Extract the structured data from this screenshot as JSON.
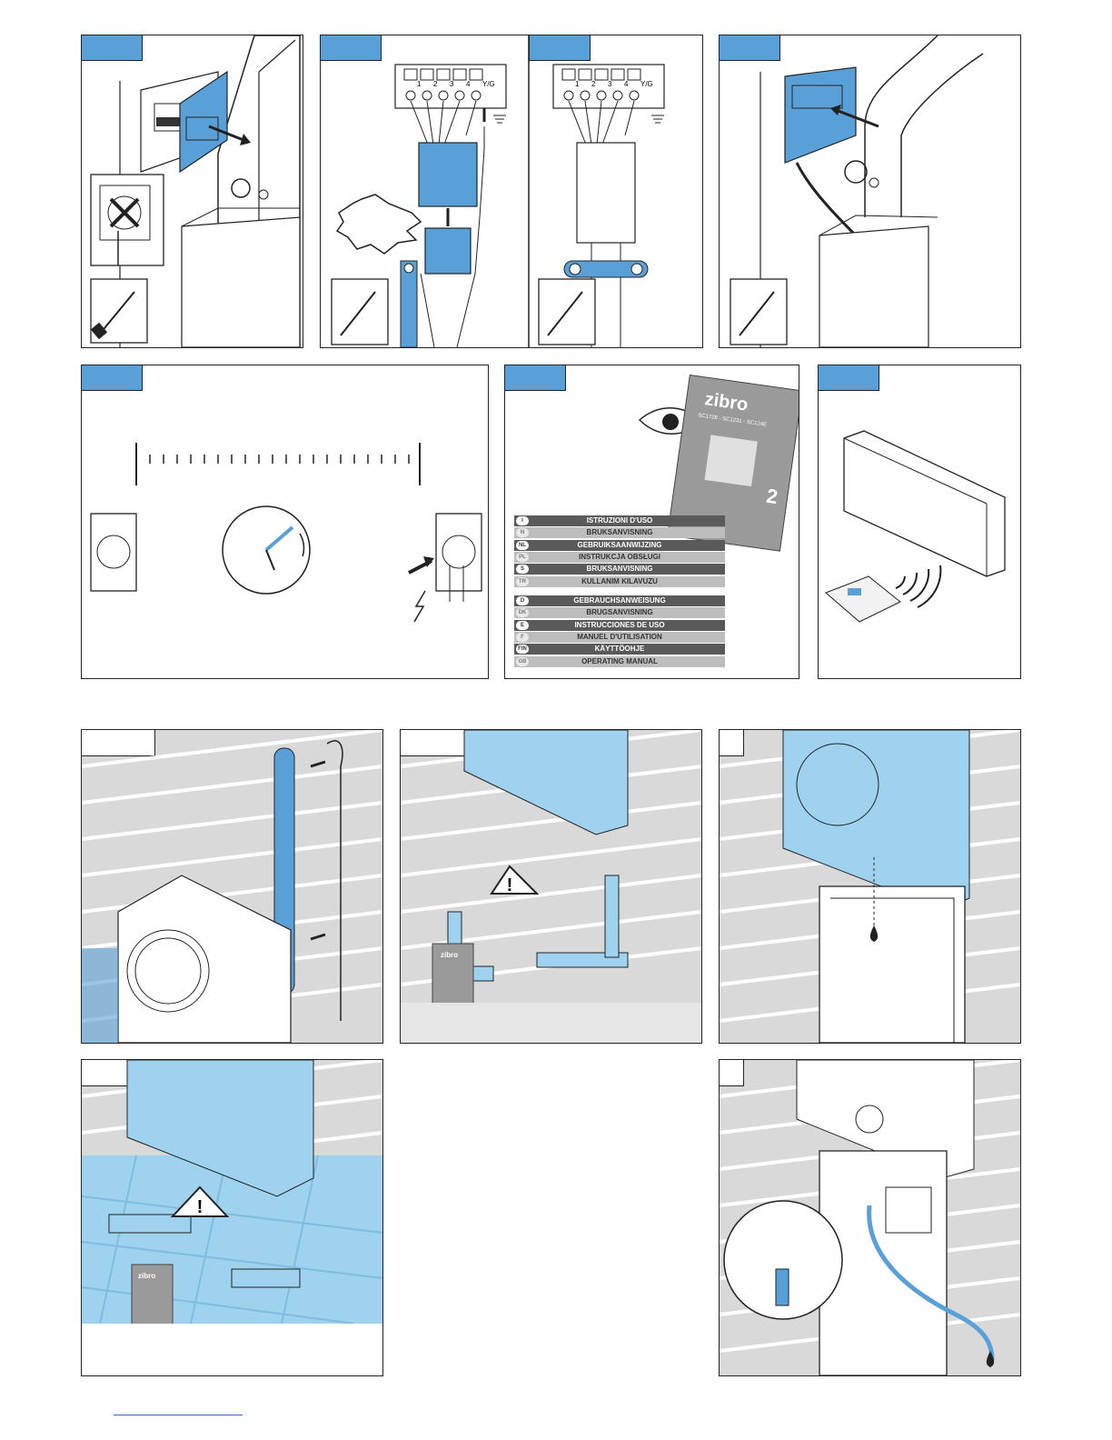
{
  "terminal_block": {
    "labels": [
      "1",
      "2",
      "3",
      "4",
      "Y/G"
    ]
  },
  "manual_cover": {
    "brand": "zibro",
    "models": "SC1728 - SC1231 - SC124E",
    "badge": "2"
  },
  "language_list": {
    "group1": [
      {
        "code": "I",
        "label": "ISTRUZIONI D'USO",
        "style": "dark"
      },
      {
        "code": "N",
        "label": "BRUKSANVISNING",
        "style": "light"
      },
      {
        "code": "NL",
        "label": "GEBRUIKSAANWIJZING",
        "style": "dark"
      },
      {
        "code": "PL",
        "label": "INSTRUKCJA OBSŁUGI",
        "style": "light"
      },
      {
        "code": "S",
        "label": "BRUKSANVISNING",
        "style": "dark"
      },
      {
        "code": "TR",
        "label": "KULLANIM KILAVUZU",
        "style": "light"
      }
    ],
    "group2": [
      {
        "code": "D",
        "label": "GEBRAUCHSANWEISUNG",
        "style": "dark"
      },
      {
        "code": "DK",
        "label": "BRUGSANVISNING",
        "style": "light"
      },
      {
        "code": "E",
        "label": "INSTRUCCIONES DE USO",
        "style": "dark"
      },
      {
        "code": "F",
        "label": "MANUEL D'UTILISATION",
        "style": "light"
      },
      {
        "code": "FIN",
        "label": "KÄYTTÖOHJE",
        "style": "dark"
      },
      {
        "code": "GB",
        "label": "OPERATING MANUAL",
        "style": "light"
      }
    ]
  },
  "mini_manual": {
    "brand": "zibro"
  },
  "colors": {
    "accent_blue": "#5aa0d8",
    "light_blue": "#9ed2ef",
    "wall_grey": "#d9d9d9",
    "line": "#222222"
  }
}
